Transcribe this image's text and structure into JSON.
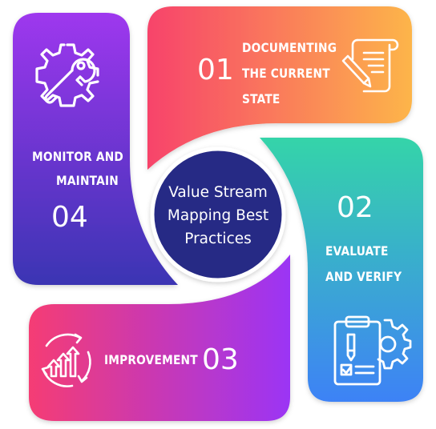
{
  "center": {
    "lines": [
      "Value Stream",
      "Mapping Best",
      "Practices"
    ]
  },
  "steps": [
    {
      "number": "01",
      "lines": [
        "DOCUMENTING",
        "THE CURRENT",
        "STATE"
      ],
      "icon": "document-pen-icon",
      "gradient": [
        "#f7436b",
        "#fdb54a"
      ]
    },
    {
      "number": "02",
      "lines": [
        "EVALUATE",
        "AND VERIFY"
      ],
      "icon": "clipboard-gear-icon",
      "gradient": [
        "#35d4a9",
        "#3e82f6"
      ]
    },
    {
      "number": "03",
      "lines": [
        "IMPROVEMENT"
      ],
      "icon": "growth-cycle-icon",
      "gradient": [
        "#f53c74",
        "#9b35f5"
      ]
    },
    {
      "number": "04",
      "lines": [
        "MONITOR AND",
        "MAINTAIN"
      ],
      "icon": "gear-wrench-icon",
      "gradient": [
        "#9e37ee",
        "#3b35b3"
      ]
    }
  ],
  "colors": {
    "center_circle": "#282a85",
    "ring": "#ffffff"
  }
}
